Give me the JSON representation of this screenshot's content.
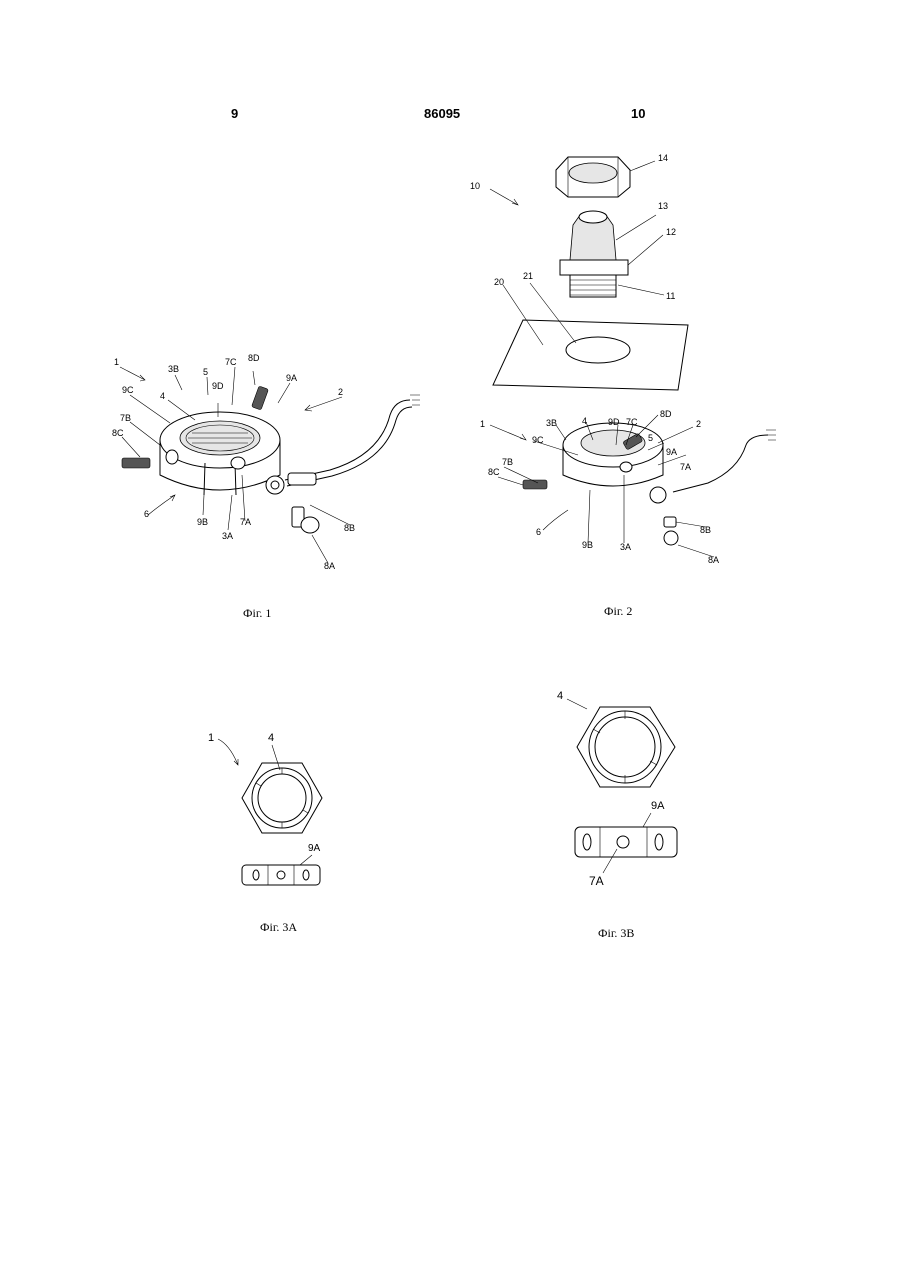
{
  "header": {
    "page_left": "9",
    "patent_number": "86095",
    "page_right": "10"
  },
  "fig1": {
    "caption": "Фіг. 1",
    "labels": {
      "l1": "1",
      "l3B": "3B",
      "l5": "5",
      "l7C": "7C",
      "l8D": "8D",
      "l9A": "9A",
      "l2": "2",
      "l9C": "9C",
      "l4": "4",
      "l9D": "9D",
      "l7B": "7B",
      "l8C": "8C",
      "l6": "6",
      "l9B": "9B",
      "l3A": "3A",
      "l7A": "7A",
      "l8B": "8B",
      "l8A": "8A"
    }
  },
  "fig2": {
    "caption": "Фіг. 2",
    "labels": {
      "l10": "10",
      "l14": "14",
      "l13": "13",
      "l12": "12",
      "l11": "11",
      "l20": "20",
      "l21": "21",
      "l1": "1",
      "l3B": "3B",
      "l4": "4",
      "l9D": "9D",
      "l7C": "7C",
      "l8D": "8D",
      "l2": "2",
      "l5": "5",
      "l9C": "9C",
      "l9A": "9A",
      "l7B": "7B",
      "l7A": "7A",
      "l8C": "8C",
      "l6": "6",
      "l9B": "9B",
      "l3A": "3A",
      "l8B": "8B",
      "l8A": "8A"
    }
  },
  "fig3a": {
    "caption": "Фіг. 3A",
    "labels": {
      "l1": "1",
      "l4": "4",
      "l9A": "9A"
    }
  },
  "fig3b": {
    "caption": "Фіг. 3B",
    "labels": {
      "l4": "4",
      "l9A": "9A",
      "l7A": "7A"
    }
  }
}
